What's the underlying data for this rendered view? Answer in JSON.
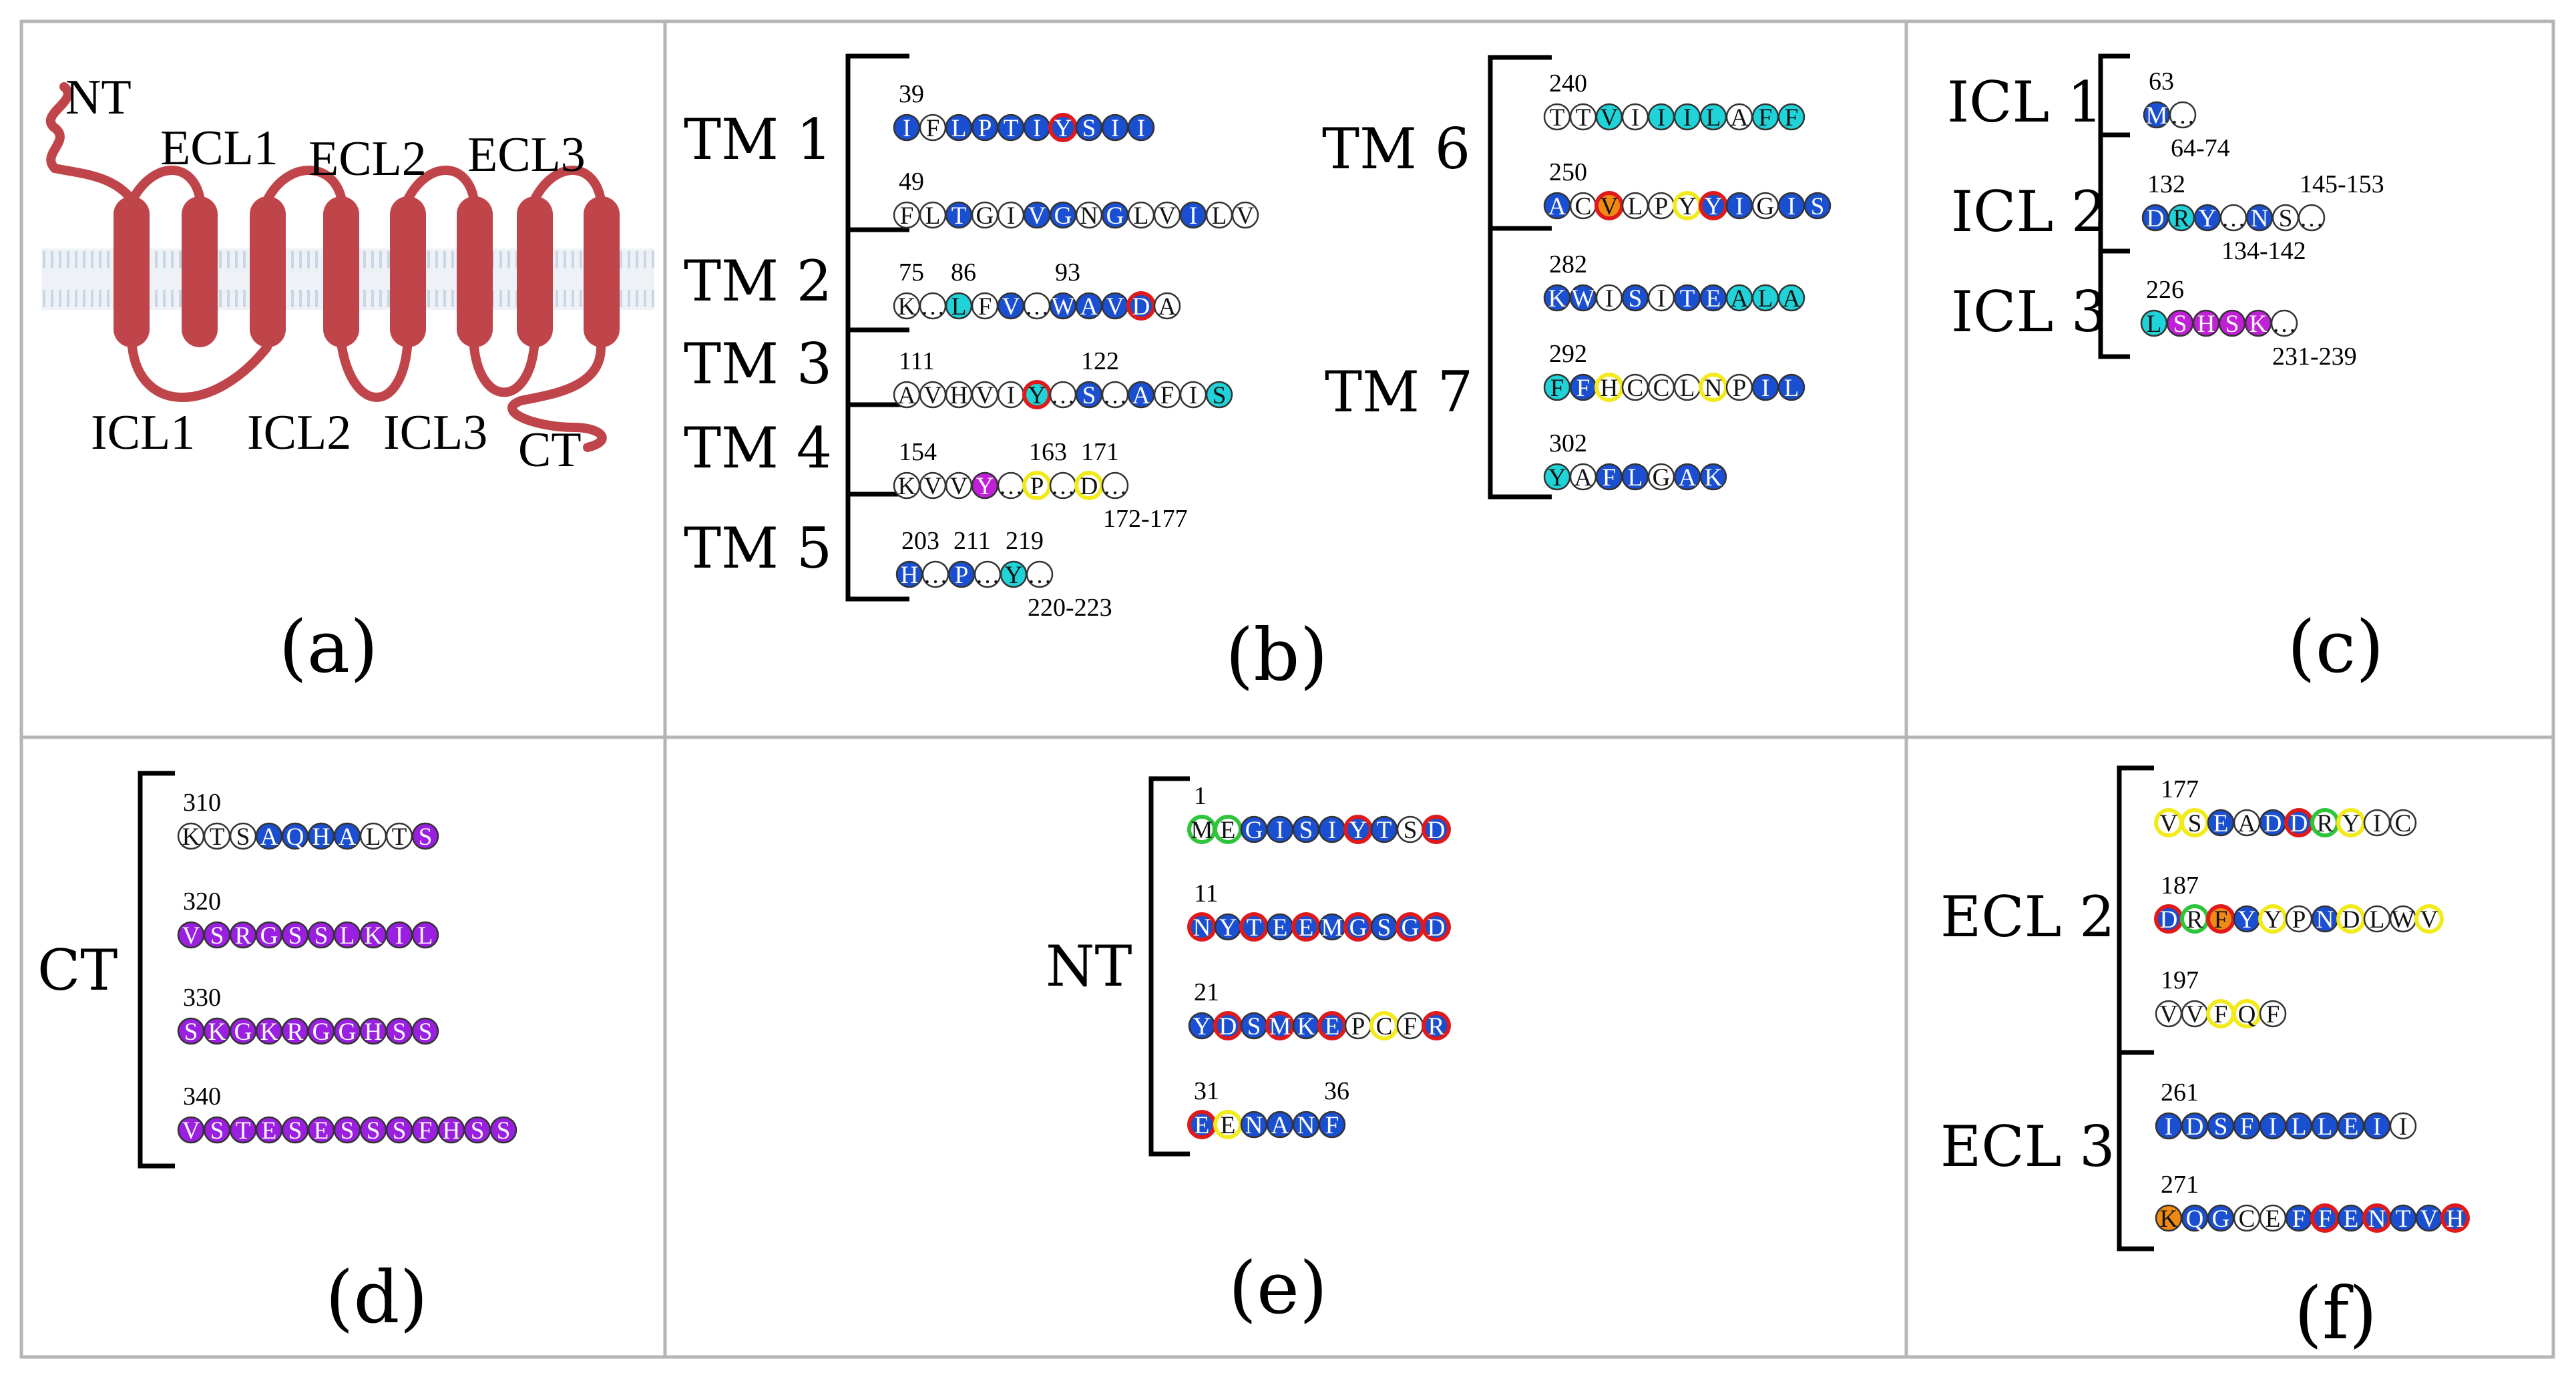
{
  "panel_labels": {
    "a": "(a)",
    "b": "(b)",
    "c": "(c)",
    "d": "(d)",
    "e": "(e)",
    "f": "(f)"
  },
  "topology": {
    "nt": "NT",
    "ecl1": "ECL1",
    "ecl2": "ECL2",
    "ecl3": "ECL3",
    "icl1": "ICL1",
    "icl2": "ICL2",
    "icl3": "ICL3",
    "ct": "CT"
  },
  "colors": {
    "blue": "#1a4fd1",
    "cyan": "#1fd3d8",
    "magenta": "#c21fd8",
    "purple": "#9a1fe0",
    "white": "#ffffff",
    "orange": "#f08a16",
    "border": "#333333",
    "rim_red": "#e01a1a",
    "rim_yellow": "#f2ea1a",
    "rim_green": "#2fc43a",
    "helix": "#c0454a",
    "membrane": "#c9d6e3"
  },
  "segments": {
    "tm1": {
      "title": "TM 1"
    },
    "tm2": {
      "title": "TM 2"
    },
    "tm3": {
      "title": "TM 3"
    },
    "tm4": {
      "title": "TM 4"
    },
    "tm5": {
      "title": "TM 5"
    },
    "tm6": {
      "title": "TM 6"
    },
    "tm7": {
      "title": "TM 7"
    },
    "icl1": {
      "title": "ICL 1"
    },
    "icl2": {
      "title": "ICL 2"
    },
    "icl3": {
      "title": "ICL 3"
    },
    "ct": {
      "title": "CT"
    },
    "nt": {
      "title": "NT"
    },
    "ecl2": {
      "title": "ECL 2"
    },
    "ecl3": {
      "title": "ECL 3"
    }
  },
  "rows": [
    {
      "id": "tm1-a",
      "residues": [
        [
          "I",
          "b"
        ],
        [
          "F",
          "w"
        ],
        [
          "L",
          "b"
        ],
        [
          "P",
          "b"
        ],
        [
          "T",
          "b"
        ],
        [
          "I",
          "b"
        ],
        [
          "Y",
          "b",
          "r"
        ],
        [
          "S",
          "b"
        ],
        [
          "I",
          "b"
        ],
        [
          "I",
          "b"
        ]
      ],
      "numbers": [
        [
          "39",
          0
        ]
      ],
      "ranges": []
    },
    {
      "id": "tm1-b",
      "residues": [
        [
          "F",
          "w"
        ],
        [
          "L",
          "w"
        ],
        [
          "T",
          "b"
        ],
        [
          "G",
          "w"
        ],
        [
          "I",
          "w"
        ],
        [
          "V",
          "b"
        ],
        [
          "G",
          "b"
        ],
        [
          "N",
          "w"
        ],
        [
          "G",
          "b"
        ],
        [
          "L",
          "w"
        ],
        [
          "V",
          "w"
        ],
        [
          "I",
          "b"
        ],
        [
          "L",
          "w"
        ],
        [
          "V",
          "w"
        ]
      ],
      "numbers": [
        [
          "49",
          0
        ]
      ],
      "ranges": []
    },
    {
      "id": "tm2",
      "residues": [
        [
          "K",
          "w"
        ],
        [
          "…",
          "w"
        ],
        [
          "L",
          "c"
        ],
        [
          "F",
          "w"
        ],
        [
          "V",
          "b"
        ],
        [
          "…",
          "w"
        ],
        [
          "W",
          "b"
        ],
        [
          "A",
          "b"
        ],
        [
          "V",
          "b"
        ],
        [
          "D",
          "b",
          "r"
        ],
        [
          "A",
          "w"
        ]
      ],
      "numbers": [
        [
          "75",
          0
        ],
        [
          "86",
          2
        ],
        [
          "93",
          6
        ]
      ],
      "ranges": []
    },
    {
      "id": "tm3",
      "residues": [
        [
          "A",
          "w"
        ],
        [
          "V",
          "w"
        ],
        [
          "H",
          "w"
        ],
        [
          "V",
          "w"
        ],
        [
          "I",
          "w"
        ],
        [
          "Y",
          "c",
          "r"
        ],
        [
          "…",
          "w"
        ],
        [
          "S",
          "b"
        ],
        [
          "…",
          "w"
        ],
        [
          "A",
          "b"
        ],
        [
          "F",
          "w"
        ],
        [
          "I",
          "w"
        ],
        [
          "S",
          "c"
        ]
      ],
      "numbers": [
        [
          "111",
          0
        ],
        [
          "122",
          7
        ]
      ],
      "ranges": []
    },
    {
      "id": "tm4",
      "residues": [
        [
          "K",
          "w"
        ],
        [
          "V",
          "w"
        ],
        [
          "V",
          "w"
        ],
        [
          "Y",
          "m"
        ],
        [
          "…",
          "w"
        ],
        [
          "P",
          "w",
          "y"
        ],
        [
          "…",
          "w"
        ],
        [
          "D",
          "w",
          "y"
        ],
        [
          "…",
          "w"
        ]
      ],
      "numbers": [
        [
          "154",
          0
        ],
        [
          "163",
          5
        ],
        [
          "171",
          7
        ]
      ],
      "ranges": [
        [
          "172-177",
          8
        ]
      ]
    },
    {
      "id": "tm5",
      "residues": [
        [
          "H",
          "b"
        ],
        [
          "…",
          "w"
        ],
        [
          "P",
          "b"
        ],
        [
          "…",
          "w"
        ],
        [
          "Y",
          "c"
        ],
        [
          "…",
          "w"
        ]
      ],
      "numbers": [
        [
          "203",
          0
        ],
        [
          "211",
          2
        ],
        [
          "219",
          4
        ]
      ],
      "ranges": [
        [
          "220-223",
          5
        ]
      ]
    },
    {
      "id": "tm6-a",
      "residues": [
        [
          "T",
          "w"
        ],
        [
          "T",
          "w"
        ],
        [
          "V",
          "c"
        ],
        [
          "I",
          "w"
        ],
        [
          "I",
          "c"
        ],
        [
          "I",
          "c"
        ],
        [
          "L",
          "c"
        ],
        [
          "A",
          "w"
        ],
        [
          "F",
          "c"
        ],
        [
          "F",
          "c"
        ]
      ],
      "numbers": [
        [
          "240",
          0
        ]
      ],
      "ranges": []
    },
    {
      "id": "tm6-b",
      "residues": [
        [
          "A",
          "b"
        ],
        [
          "C",
          "w"
        ],
        [
          "V",
          "o",
          "r"
        ],
        [
          "L",
          "w"
        ],
        [
          "P",
          "w"
        ],
        [
          "Y",
          "w",
          "y"
        ],
        [
          "Y",
          "b",
          "r"
        ],
        [
          "I",
          "b"
        ],
        [
          "G",
          "w"
        ],
        [
          "I",
          "b"
        ],
        [
          "S",
          "b"
        ]
      ],
      "numbers": [
        [
          "250",
          0
        ]
      ],
      "ranges": []
    },
    {
      "id": "tm7-a",
      "residues": [
        [
          "K",
          "b"
        ],
        [
          "W",
          "b"
        ],
        [
          "I",
          "w"
        ],
        [
          "S",
          "b"
        ],
        [
          "I",
          "w"
        ],
        [
          "T",
          "b"
        ],
        [
          "E",
          "b"
        ],
        [
          "A",
          "c"
        ],
        [
          "L",
          "c"
        ],
        [
          "A",
          "c"
        ]
      ],
      "numbers": [
        [
          "282",
          0
        ]
      ],
      "ranges": []
    },
    {
      "id": "tm7-b",
      "residues": [
        [
          "F",
          "c"
        ],
        [
          "F",
          "b"
        ],
        [
          "H",
          "w",
          "y"
        ],
        [
          "C",
          "w"
        ],
        [
          "C",
          "w"
        ],
        [
          "L",
          "w"
        ],
        [
          "N",
          "w",
          "y"
        ],
        [
          "P",
          "w"
        ],
        [
          "I",
          "b"
        ],
        [
          "L",
          "b"
        ]
      ],
      "numbers": [
        [
          "292",
          0
        ]
      ],
      "ranges": []
    },
    {
      "id": "tm7-c",
      "residues": [
        [
          "Y",
          "c"
        ],
        [
          "A",
          "w"
        ],
        [
          "F",
          "b"
        ],
        [
          "L",
          "b"
        ],
        [
          "G",
          "w"
        ],
        [
          "A",
          "b"
        ],
        [
          "K",
          "b"
        ]
      ],
      "numbers": [
        [
          "302",
          0
        ]
      ],
      "ranges": []
    },
    {
      "id": "icl1",
      "residues": [
        [
          "M",
          "b"
        ],
        [
          "…",
          "w"
        ]
      ],
      "numbers": [
        [
          "63",
          0
        ]
      ],
      "ranges": [
        [
          "64-74",
          1
        ]
      ]
    },
    {
      "id": "icl2",
      "residues": [
        [
          "D",
          "b"
        ],
        [
          "R",
          "c"
        ],
        [
          "Y",
          "b"
        ],
        [
          "…",
          "w"
        ],
        [
          "N",
          "b"
        ],
        [
          "S",
          "w"
        ],
        [
          "…",
          "w"
        ]
      ],
      "numbers": [
        [
          "132",
          0
        ]
      ],
      "ranges": [
        [
          "134-142",
          3
        ],
        [
          "145-153",
          6
        ]
      ]
    },
    {
      "id": "icl3",
      "residues": [
        [
          "L",
          "c"
        ],
        [
          "S",
          "m"
        ],
        [
          "H",
          "m"
        ],
        [
          "S",
          "m"
        ],
        [
          "K",
          "m"
        ],
        [
          "…",
          "w"
        ]
      ],
      "numbers": [
        [
          "226",
          0
        ]
      ],
      "ranges": [
        [
          "231-239",
          5
        ]
      ]
    },
    {
      "id": "ct-a",
      "residues": [
        [
          "K",
          "w"
        ],
        [
          "T",
          "w"
        ],
        [
          "S",
          "w"
        ],
        [
          "A",
          "b"
        ],
        [
          "Q",
          "b"
        ],
        [
          "H",
          "b"
        ],
        [
          "A",
          "b"
        ],
        [
          "L",
          "w"
        ],
        [
          "T",
          "w"
        ],
        [
          "S",
          "p"
        ]
      ],
      "numbers": [
        [
          "310",
          0
        ]
      ],
      "ranges": []
    },
    {
      "id": "ct-b",
      "residues": [
        [
          "V",
          "p"
        ],
        [
          "S",
          "p"
        ],
        [
          "R",
          "p"
        ],
        [
          "G",
          "p"
        ],
        [
          "S",
          "p"
        ],
        [
          "S",
          "p"
        ],
        [
          "L",
          "p"
        ],
        [
          "K",
          "p"
        ],
        [
          "I",
          "p"
        ],
        [
          "L",
          "p"
        ]
      ],
      "numbers": [
        [
          "320",
          0
        ]
      ],
      "ranges": []
    },
    {
      "id": "ct-c",
      "residues": [
        [
          "S",
          "p"
        ],
        [
          "K",
          "p"
        ],
        [
          "G",
          "p"
        ],
        [
          "K",
          "p"
        ],
        [
          "R",
          "p"
        ],
        [
          "G",
          "p"
        ],
        [
          "G",
          "p"
        ],
        [
          "H",
          "p"
        ],
        [
          "S",
          "p"
        ],
        [
          "S",
          "p"
        ]
      ],
      "numbers": [
        [
          "330",
          0
        ]
      ],
      "ranges": []
    },
    {
      "id": "ct-d",
      "residues": [
        [
          "V",
          "p"
        ],
        [
          "S",
          "p"
        ],
        [
          "T",
          "p"
        ],
        [
          "E",
          "p"
        ],
        [
          "S",
          "p"
        ],
        [
          "E",
          "p"
        ],
        [
          "S",
          "p"
        ],
        [
          "S",
          "p"
        ],
        [
          "S",
          "p"
        ],
        [
          "F",
          "p"
        ],
        [
          "H",
          "p"
        ],
        [
          "S",
          "p"
        ],
        [
          "S",
          "p"
        ]
      ],
      "numbers": [
        [
          "340",
          0
        ]
      ],
      "ranges": []
    },
    {
      "id": "nt-a",
      "residues": [
        [
          "M",
          "w",
          "g"
        ],
        [
          "E",
          "w",
          "g"
        ],
        [
          "G",
          "b"
        ],
        [
          "I",
          "b"
        ],
        [
          "S",
          "b"
        ],
        [
          "I",
          "b"
        ],
        [
          "Y",
          "b",
          "r"
        ],
        [
          "T",
          "b"
        ],
        [
          "S",
          "w"
        ],
        [
          "D",
          "b",
          "r"
        ]
      ],
      "numbers": [
        [
          "1",
          0
        ]
      ],
      "ranges": []
    },
    {
      "id": "nt-b",
      "residues": [
        [
          "N",
          "b",
          "r"
        ],
        [
          "Y",
          "b"
        ],
        [
          "T",
          "b",
          "r"
        ],
        [
          "E",
          "b"
        ],
        [
          "E",
          "b",
          "r"
        ],
        [
          "M",
          "b"
        ],
        [
          "G",
          "b",
          "r"
        ],
        [
          "S",
          "b"
        ],
        [
          "G",
          "b",
          "r"
        ],
        [
          "D",
          "b",
          "r"
        ]
      ],
      "numbers": [
        [
          "11",
          0
        ]
      ],
      "ranges": []
    },
    {
      "id": "nt-c",
      "residues": [
        [
          "Y",
          "b"
        ],
        [
          "D",
          "b",
          "r"
        ],
        [
          "S",
          "b"
        ],
        [
          "M",
          "b",
          "r"
        ],
        [
          "K",
          "b"
        ],
        [
          "E",
          "b",
          "r"
        ],
        [
          "P",
          "w"
        ],
        [
          "C",
          "w",
          "y"
        ],
        [
          "F",
          "w"
        ],
        [
          "R",
          "b",
          "r"
        ]
      ],
      "numbers": [
        [
          "21",
          0
        ]
      ],
      "ranges": []
    },
    {
      "id": "nt-d",
      "residues": [
        [
          "E",
          "b",
          "r"
        ],
        [
          "E",
          "w",
          "y"
        ],
        [
          "N",
          "b"
        ],
        [
          "A",
          "b"
        ],
        [
          "N",
          "b"
        ],
        [
          "F",
          "b"
        ]
      ],
      "numbers": [
        [
          "31",
          0
        ],
        [
          "36",
          5
        ]
      ],
      "ranges": []
    },
    {
      "id": "ecl2-a",
      "residues": [
        [
          "V",
          "w",
          "y"
        ],
        [
          "S",
          "w",
          "y"
        ],
        [
          "E",
          "b"
        ],
        [
          "A",
          "w"
        ],
        [
          "D",
          "b"
        ],
        [
          "D",
          "b",
          "r"
        ],
        [
          "R",
          "w",
          "g"
        ],
        [
          "Y",
          "w",
          "y"
        ],
        [
          "I",
          "w"
        ],
        [
          "C",
          "w"
        ]
      ],
      "numbers": [
        [
          "177",
          0
        ]
      ],
      "ranges": []
    },
    {
      "id": "ecl2-b",
      "residues": [
        [
          "D",
          "b",
          "r"
        ],
        [
          "R",
          "w",
          "g"
        ],
        [
          "F",
          "o",
          "r"
        ],
        [
          "Y",
          "b"
        ],
        [
          "Y",
          "w",
          "y"
        ],
        [
          "P",
          "w"
        ],
        [
          "N",
          "b"
        ],
        [
          "D",
          "w",
          "y"
        ],
        [
          "L",
          "w"
        ],
        [
          "W",
          "w"
        ],
        [
          "V",
          "w",
          "y"
        ]
      ],
      "numbers": [
        [
          "187",
          0
        ]
      ],
      "ranges": []
    },
    {
      "id": "ecl2-c",
      "residues": [
        [
          "V",
          "w"
        ],
        [
          "V",
          "w"
        ],
        [
          "F",
          "w",
          "y"
        ],
        [
          "Q",
          "w",
          "y"
        ],
        [
          "F",
          "w"
        ]
      ],
      "numbers": [
        [
          "197",
          0
        ]
      ],
      "ranges": []
    },
    {
      "id": "ecl3-a",
      "residues": [
        [
          "I",
          "b"
        ],
        [
          "D",
          "b"
        ],
        [
          "S",
          "b"
        ],
        [
          "F",
          "b"
        ],
        [
          "I",
          "b"
        ],
        [
          "L",
          "b"
        ],
        [
          "L",
          "b"
        ],
        [
          "E",
          "b"
        ],
        [
          "I",
          "b"
        ],
        [
          "I",
          "w"
        ]
      ],
      "numbers": [
        [
          "261",
          0
        ]
      ],
      "ranges": []
    },
    {
      "id": "ecl3-b",
      "residues": [
        [
          "K",
          "o"
        ],
        [
          "Q",
          "b"
        ],
        [
          "G",
          "b"
        ],
        [
          "C",
          "w"
        ],
        [
          "E",
          "w"
        ],
        [
          "F",
          "b"
        ],
        [
          "F",
          "b",
          "r"
        ],
        [
          "E",
          "b"
        ],
        [
          "N",
          "b",
          "r"
        ],
        [
          "T",
          "b"
        ],
        [
          "V",
          "b"
        ],
        [
          "H",
          "b",
          "r"
        ]
      ],
      "numbers": [
        [
          "271",
          0
        ]
      ],
      "ranges": []
    }
  ]
}
